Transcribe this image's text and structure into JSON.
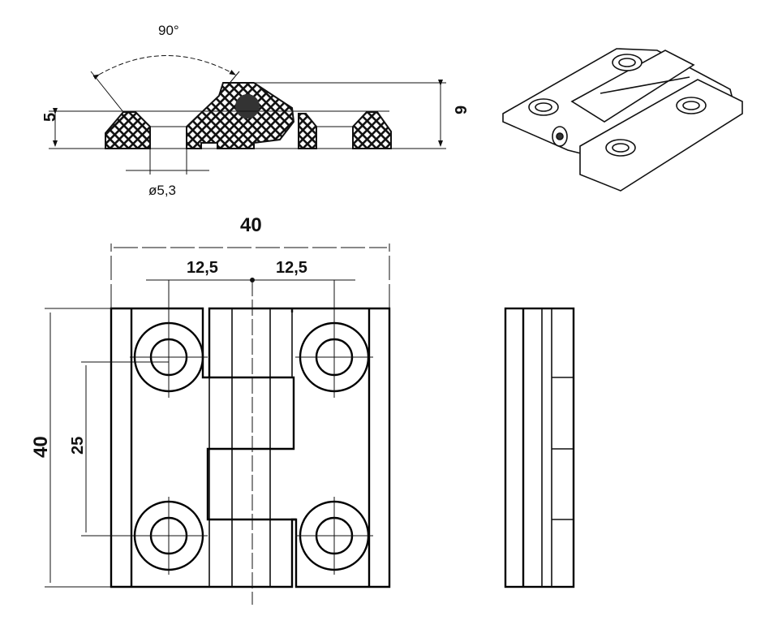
{
  "title": "Hinge technical drawing",
  "section_view": {
    "angle_label": "90°",
    "height_small_label": "5",
    "height_large_label": "9",
    "hole_diameter_label": "ø5,3"
  },
  "front_view": {
    "width_label": "40",
    "left_offset_label": "12,5",
    "right_offset_label": "12,5",
    "height_label": "40",
    "hole_spacing_label": "25"
  },
  "colors": {
    "line": "#111111",
    "background": "#ffffff"
  }
}
